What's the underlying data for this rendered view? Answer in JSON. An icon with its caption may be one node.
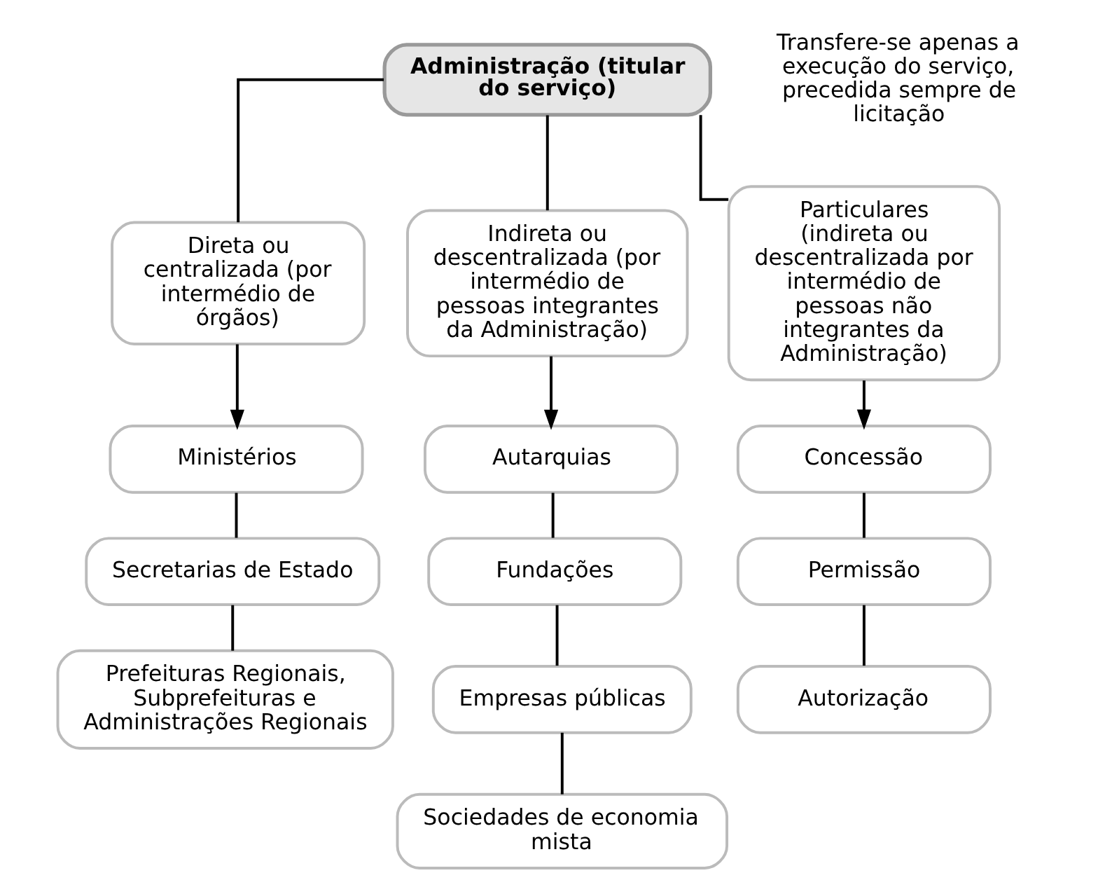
{
  "diagram": {
    "nodes": [
      {
        "text": [
          "Administração (titular do serviço)"
        ]
      },
      {
        "text": [
          "Direta ou centralizada (por intermédio de órgãos)"
        ]
      },
      {
        "text": [
          "Indireta ou descentralizada (por intermédio de pessoas integrantes da Administração)"
        ]
      },
      {
        "text": [
          "Particulares (indireta ou descentralizada por intermédio de pessoas não integrantes da Administração)"
        ]
      },
      {
        "text": [
          "Ministérios"
        ]
      },
      {
        "text": [
          "Secretarias de Estado"
        ]
      },
      {
        "text": [
          "Prefeituras Regionais, Subprefeituras e Administrações Regionais"
        ]
      },
      {
        "text": [
          "Autarquias"
        ]
      },
      {
        "text": [
          "Fundações"
        ]
      },
      {
        "text": [
          "Empresas públicas"
        ]
      },
      {
        "text": [
          "Sociedades de economia mista"
        ]
      },
      {
        "text": [
          "Concessão"
        ]
      },
      {
        "text": [
          "Permissão"
        ]
      },
      {
        "text": [
          "Autorização"
        ]
      }
    ],
    "edges": [
      {
        "from": 0,
        "to": 1,
        "arrow": "none"
      },
      {
        "from": 0,
        "to": 2,
        "arrow": "none"
      },
      {
        "from": 0,
        "to": 3,
        "arrow": "none"
      },
      {
        "from": 1,
        "to": 4,
        "arrow": "to"
      },
      {
        "from": 2,
        "to": 7,
        "arrow": "to"
      },
      {
        "from": 3,
        "to": 11,
        "arrow": "to"
      },
      {
        "from": 4,
        "to": 5,
        "arrow": "none"
      },
      {
        "from": 5,
        "to": 6,
        "arrow": "none"
      },
      {
        "from": 7,
        "to": 8,
        "arrow": "none"
      },
      {
        "from": 8,
        "to": 9,
        "arrow": "none"
      },
      {
        "from": 9,
        "to": 10,
        "arrow": "none"
      },
      {
        "from": 11,
        "to": 12,
        "arrow": "none"
      },
      {
        "from": 12,
        "to": 13,
        "arrow": "none"
      }
    ],
    "labels": [
      "Transfere-se apenas a execução do serviço, precedida sempre de licitação"
    ]
  }
}
